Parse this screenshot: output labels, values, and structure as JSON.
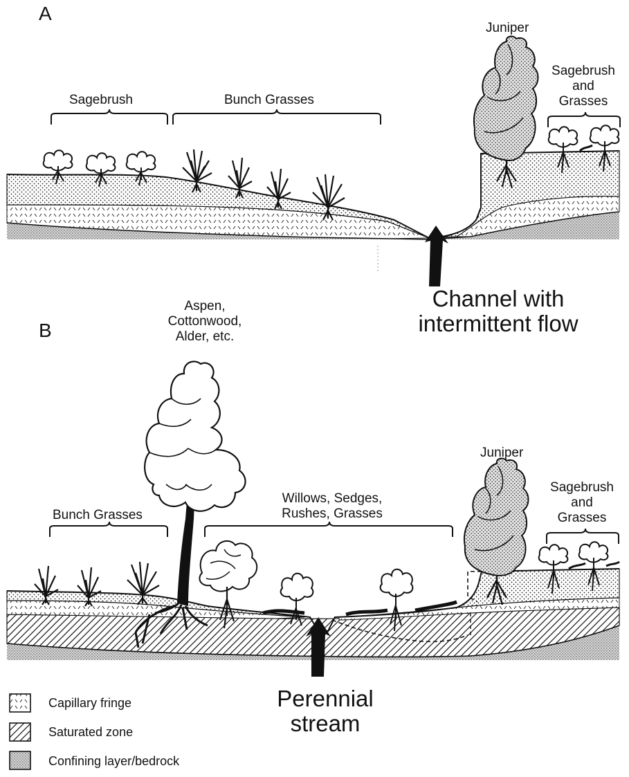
{
  "panel_a": {
    "letter": "A",
    "labels": {
      "sagebrush": "Sagebrush",
      "bunch_grasses": "Bunch Grasses",
      "juniper": "Juniper",
      "sagebrush_grasses": [
        "Sagebrush",
        "and",
        "Grasses"
      ]
    },
    "channel_label": [
      "Channel with",
      "intermittent flow"
    ]
  },
  "panel_b": {
    "letter": "B",
    "labels": {
      "aspen": [
        "Aspen,",
        "Cottonwood,",
        "Alder, etc."
      ],
      "bunch_grasses": "Bunch Grasses",
      "willows": [
        "Willows, Sedges,",
        "Rushes, Grasses"
      ],
      "juniper": "Juniper",
      "sagebrush_grasses": [
        "Sagebrush",
        "and",
        "Grasses"
      ]
    },
    "stream_label": [
      "Perennial",
      "stream"
    ]
  },
  "legend": [
    {
      "label": "Capillary fringe",
      "pattern": "capillary"
    },
    {
      "label": "Saturated zone",
      "pattern": "saturated"
    },
    {
      "label": "Confining layer/bedrock",
      "pattern": "bedrock"
    }
  ]
}
